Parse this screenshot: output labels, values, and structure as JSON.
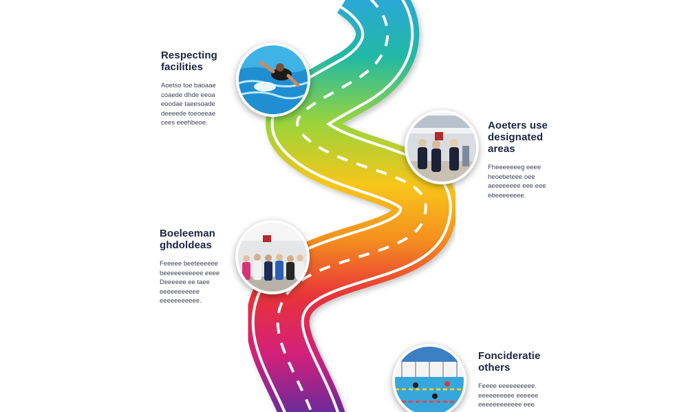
{
  "milestones": [
    {
      "title": "Respecting facilities",
      "body": "Aoetso toe baoaae\ncoaede dhde eeoa\neoodae taeesoade\ndeeeede toeoeeae\ncees eeehbeoe.",
      "photo": "swimmer-in-pool"
    },
    {
      "title": "Aoeters use designated areas",
      "body": "Fheeeeeeeg eeee\nheoebeteee oee\naeeeeeeee eee eee\nebeeeeeeee.",
      "photo": "people-in-sports-hall"
    },
    {
      "title": "Boeleeman ghdoldeas",
      "body": "Feeeee beeteeeeee\nbeeeeeeeeeee eeee\nDeeeeee ee taee\neeeeeeeeeee\neeeeeeeeeee.",
      "photo": "crowd-at-pool-deck"
    },
    {
      "title": "Foncideratie others",
      "body": "Feeee eeeeeeeeee.\neeeeeeeeee eeeeee\neeeeeeeeeeee eee\neeeeeeeeeeeeee",
      "photo": "swimmers-in-lanes"
    }
  ],
  "colors": {
    "road_top": "#2aa8d6",
    "road_teal": "#22b9a4",
    "road_green": "#9ad43a",
    "road_yellow": "#f8c61a",
    "road_orange": "#f5901e",
    "road_red": "#e8323a",
    "road_magenta": "#d3207a",
    "road_bottom": "#6d2a9a",
    "text_dark": "#1b2340"
  }
}
